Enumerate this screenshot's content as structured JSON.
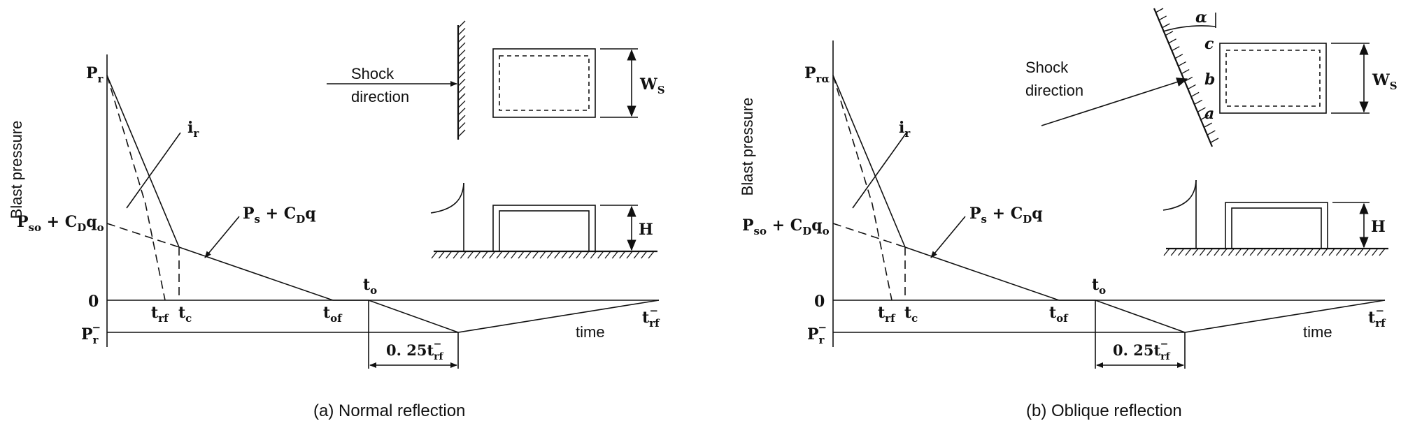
{
  "panels": [
    {
      "id": "a",
      "caption": "(a) Normal reflection",
      "ylabel": "Blast pressure",
      "xlabel": "time",
      "peak_label": "P",
      "peak_sub": "r",
      "impulse_label": "i",
      "impulse_sub": "r",
      "ps_label_main": "P",
      "ps_label_sub": "s",
      "ps_label_rest": " + C",
      "ps_label_sub2": "D",
      "ps_label_end": "q",
      "pso_main": "P",
      "pso_sub": "so",
      "pso_rest": " + C",
      "pso_sub2": "D",
      "pso_q": "q",
      "pso_sub3": "o",
      "zero_label": "0",
      "neg_main": "P",
      "neg_sub": "r",
      "neg_sup": "−",
      "t_rf_main": "t",
      "t_rf_sub": "rf",
      "t_c_main": "t",
      "t_c_sub": "c",
      "t_of_main": "t",
      "t_of_sub": "of",
      "t_o_main": "t",
      "t_o_sub": "o",
      "t_rfneg_main": "t",
      "t_rfneg_sub": "rf",
      "t_rfneg_sup": "−",
      "quarter_main": "0. 25t",
      "quarter_sub": "rf",
      "quarter_sup": "−",
      "shock_line1": "Shock",
      "shock_line2": "direction",
      "ws_main": "W",
      "ws_sub": "S",
      "h_label": "H"
    },
    {
      "id": "b",
      "caption": "(b) Oblique reflection",
      "ylabel": "Blast pressure",
      "xlabel": "time",
      "peak_label": "P",
      "peak_sub": "rα",
      "impulse_label": "i",
      "impulse_sub": "r",
      "ps_label_main": "P",
      "ps_label_sub": "s",
      "ps_label_rest": " + C",
      "ps_label_sub2": "D",
      "ps_label_end": "q",
      "pso_main": "P",
      "pso_sub": "so",
      "pso_rest": " + C",
      "pso_sub2": "D",
      "pso_q": "q",
      "pso_sub3": "o",
      "zero_label": "0",
      "neg_main": "P",
      "neg_sub": "r",
      "neg_sup": "−",
      "t_rf_main": "t",
      "t_rf_sub": "rf",
      "t_c_main": "t",
      "t_c_sub": "c",
      "t_of_main": "t",
      "t_of_sub": "of",
      "t_o_main": "t",
      "t_o_sub": "o",
      "t_rfneg_main": "t",
      "t_rfneg_sub": "rf",
      "t_rfneg_sup": "−",
      "quarter_main": "0. 25t",
      "quarter_sub": "rf",
      "quarter_sup": "−",
      "shock_line1": "Shock",
      "shock_line2": "direction",
      "ws_main": "W",
      "ws_sub": "S",
      "h_label": "H",
      "angle_label": "α",
      "side_a": "a",
      "side_b": "b",
      "side_c": "c"
    }
  ]
}
